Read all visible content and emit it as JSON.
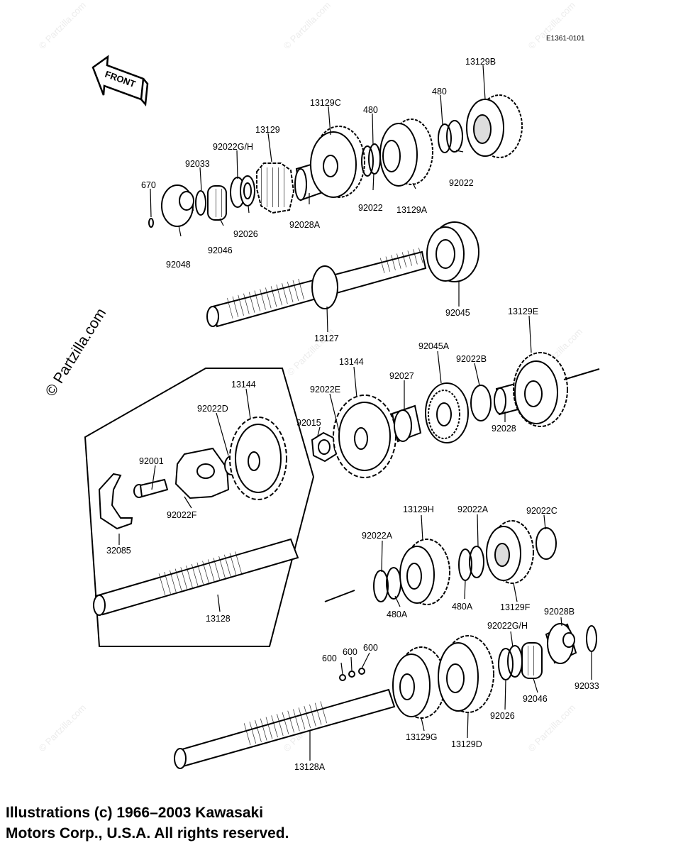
{
  "diagram": {
    "code": "E1361-0101",
    "front_label": "FRONT",
    "watermark_side": "© Partzilla.com",
    "watermark_small": "© Partzilla.com",
    "part_labels": [
      {
        "id": "13129B",
        "text": "13129B"
      },
      {
        "id": "480-top",
        "text": "480"
      },
      {
        "id": "480-mid",
        "text": "480"
      },
      {
        "id": "13129C",
        "text": "13129C"
      },
      {
        "id": "13129",
        "text": "13129"
      },
      {
        "id": "92022GH-top",
        "text": "92022G/H"
      },
      {
        "id": "92033-top",
        "text": "92033"
      },
      {
        "id": "670",
        "text": "670"
      },
      {
        "id": "92022-right",
        "text": "92022"
      },
      {
        "id": "92022-mid",
        "text": "92022"
      },
      {
        "id": "13129A",
        "text": "13129A"
      },
      {
        "id": "92028A",
        "text": "92028A"
      },
      {
        "id": "92026-top",
        "text": "92026"
      },
      {
        "id": "92046-top",
        "text": "92046"
      },
      {
        "id": "92048",
        "text": "92048"
      },
      {
        "id": "92045",
        "text": "92045"
      },
      {
        "id": "13127",
        "text": "13127"
      },
      {
        "id": "13129E",
        "text": "13129E"
      },
      {
        "id": "92045A",
        "text": "92045A"
      },
      {
        "id": "92022B",
        "text": "92022B"
      },
      {
        "id": "13144-mid",
        "text": "13144"
      },
      {
        "id": "92022E",
        "text": "92022E"
      },
      {
        "id": "92027",
        "text": "92027"
      },
      {
        "id": "92015",
        "text": "92015"
      },
      {
        "id": "92028",
        "text": "92028"
      },
      {
        "id": "13144-box",
        "text": "13144"
      },
      {
        "id": "92022D",
        "text": "92022D"
      },
      {
        "id": "92001",
        "text": "92001"
      },
      {
        "id": "92022F",
        "text": "92022F"
      },
      {
        "id": "32085",
        "text": "32085"
      },
      {
        "id": "13128",
        "text": "13128"
      },
      {
        "id": "92022C",
        "text": "92022C"
      },
      {
        "id": "13129H",
        "text": "13129H"
      },
      {
        "id": "92022A-r",
        "text": "92022A"
      },
      {
        "id": "92022A-l",
        "text": "92022A"
      },
      {
        "id": "480A-l",
        "text": "480A"
      },
      {
        "id": "480A-r",
        "text": "480A"
      },
      {
        "id": "13129F",
        "text": "13129F"
      },
      {
        "id": "92028B",
        "text": "92028B"
      },
      {
        "id": "92022GH-bot",
        "text": "92022G/H"
      },
      {
        "id": "600-a",
        "text": "600"
      },
      {
        "id": "600-b",
        "text": "600"
      },
      {
        "id": "600-c",
        "text": "600"
      },
      {
        "id": "92033-bot",
        "text": "92033"
      },
      {
        "id": "92026-bot",
        "text": "92026"
      },
      {
        "id": "92046-bot",
        "text": "92046"
      },
      {
        "id": "13129G",
        "text": "13129G"
      },
      {
        "id": "13129D",
        "text": "13129D"
      },
      {
        "id": "13128A",
        "text": "13128A"
      }
    ]
  },
  "copyright": "Illustrations (c) 1966–2003 Kawasaki\nMotors Corp., U.S.A.  All rights reserved."
}
